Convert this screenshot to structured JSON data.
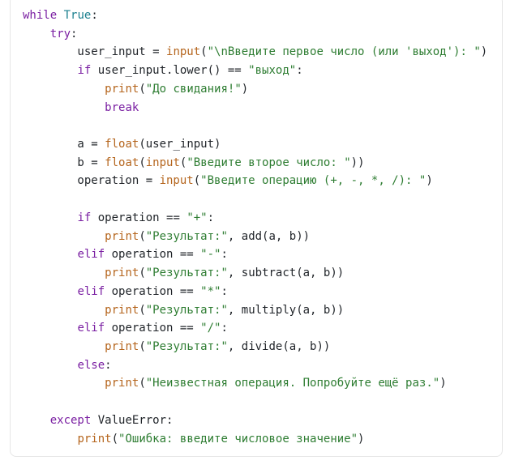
{
  "code_block": {
    "language": "python",
    "colors": {
      "keyword": "#7a1fa2",
      "builtin": "#b5651d",
      "constant": "#1a7f8e",
      "string": "#2e7d32",
      "text": "#1f2328"
    },
    "lines": [
      [
        {
          "t": "kw",
          "v": "while"
        },
        {
          "t": "plain",
          "v": " "
        },
        {
          "t": "con",
          "v": "True"
        },
        {
          "t": "plain",
          "v": ":"
        }
      ],
      [
        {
          "t": "plain",
          "v": "    "
        },
        {
          "t": "kw",
          "v": "try"
        },
        {
          "t": "plain",
          "v": ":"
        }
      ],
      [
        {
          "t": "plain",
          "v": "        user_input = "
        },
        {
          "t": "bi",
          "v": "input"
        },
        {
          "t": "plain",
          "v": "("
        },
        {
          "t": "str",
          "v": "\"\\nВведите первое число (или 'выход'): \""
        },
        {
          "t": "plain",
          "v": ")"
        }
      ],
      [
        {
          "t": "plain",
          "v": "        "
        },
        {
          "t": "kw",
          "v": "if"
        },
        {
          "t": "plain",
          "v": " user_input.lower() == "
        },
        {
          "t": "str",
          "v": "\"выход\""
        },
        {
          "t": "plain",
          "v": ":"
        }
      ],
      [
        {
          "t": "plain",
          "v": "            "
        },
        {
          "t": "bi",
          "v": "print"
        },
        {
          "t": "plain",
          "v": "("
        },
        {
          "t": "str",
          "v": "\"До свидания!\""
        },
        {
          "t": "plain",
          "v": ")"
        }
      ],
      [
        {
          "t": "plain",
          "v": "            "
        },
        {
          "t": "kw",
          "v": "break"
        }
      ],
      [],
      [
        {
          "t": "plain",
          "v": "        a = "
        },
        {
          "t": "bi",
          "v": "float"
        },
        {
          "t": "plain",
          "v": "(user_input)"
        }
      ],
      [
        {
          "t": "plain",
          "v": "        b = "
        },
        {
          "t": "bi",
          "v": "float"
        },
        {
          "t": "plain",
          "v": "("
        },
        {
          "t": "bi",
          "v": "input"
        },
        {
          "t": "plain",
          "v": "("
        },
        {
          "t": "str",
          "v": "\"Введите второе число: \""
        },
        {
          "t": "plain",
          "v": "))"
        }
      ],
      [
        {
          "t": "plain",
          "v": "        operation = "
        },
        {
          "t": "bi",
          "v": "input"
        },
        {
          "t": "plain",
          "v": "("
        },
        {
          "t": "str",
          "v": "\"Введите операцию (+, -, *, /): \""
        },
        {
          "t": "plain",
          "v": ")"
        }
      ],
      [],
      [
        {
          "t": "plain",
          "v": "        "
        },
        {
          "t": "kw",
          "v": "if"
        },
        {
          "t": "plain",
          "v": " operation == "
        },
        {
          "t": "str",
          "v": "\"+\""
        },
        {
          "t": "plain",
          "v": ":"
        }
      ],
      [
        {
          "t": "plain",
          "v": "            "
        },
        {
          "t": "bi",
          "v": "print"
        },
        {
          "t": "plain",
          "v": "("
        },
        {
          "t": "str",
          "v": "\"Результат:\""
        },
        {
          "t": "plain",
          "v": ", add(a, b))"
        }
      ],
      [
        {
          "t": "plain",
          "v": "        "
        },
        {
          "t": "kw",
          "v": "elif"
        },
        {
          "t": "plain",
          "v": " operation == "
        },
        {
          "t": "str",
          "v": "\"-\""
        },
        {
          "t": "plain",
          "v": ":"
        }
      ],
      [
        {
          "t": "plain",
          "v": "            "
        },
        {
          "t": "bi",
          "v": "print"
        },
        {
          "t": "plain",
          "v": "("
        },
        {
          "t": "str",
          "v": "\"Результат:\""
        },
        {
          "t": "plain",
          "v": ", subtract(a, b))"
        }
      ],
      [
        {
          "t": "plain",
          "v": "        "
        },
        {
          "t": "kw",
          "v": "elif"
        },
        {
          "t": "plain",
          "v": " operation == "
        },
        {
          "t": "str",
          "v": "\"*\""
        },
        {
          "t": "plain",
          "v": ":"
        }
      ],
      [
        {
          "t": "plain",
          "v": "            "
        },
        {
          "t": "bi",
          "v": "print"
        },
        {
          "t": "plain",
          "v": "("
        },
        {
          "t": "str",
          "v": "\"Результат:\""
        },
        {
          "t": "plain",
          "v": ", multiply(a, b))"
        }
      ],
      [
        {
          "t": "plain",
          "v": "        "
        },
        {
          "t": "kw",
          "v": "elif"
        },
        {
          "t": "plain",
          "v": " operation == "
        },
        {
          "t": "str",
          "v": "\"/\""
        },
        {
          "t": "plain",
          "v": ":"
        }
      ],
      [
        {
          "t": "plain",
          "v": "            "
        },
        {
          "t": "bi",
          "v": "print"
        },
        {
          "t": "plain",
          "v": "("
        },
        {
          "t": "str",
          "v": "\"Результат:\""
        },
        {
          "t": "plain",
          "v": ", divide(a, b))"
        }
      ],
      [
        {
          "t": "plain",
          "v": "        "
        },
        {
          "t": "kw",
          "v": "else"
        },
        {
          "t": "plain",
          "v": ":"
        }
      ],
      [
        {
          "t": "plain",
          "v": "            "
        },
        {
          "t": "bi",
          "v": "print"
        },
        {
          "t": "plain",
          "v": "("
        },
        {
          "t": "str",
          "v": "\"Неизвестная операция. Попробуйте ещё раз.\""
        },
        {
          "t": "plain",
          "v": ")"
        }
      ],
      [],
      [
        {
          "t": "plain",
          "v": "    "
        },
        {
          "t": "kw",
          "v": "except"
        },
        {
          "t": "plain",
          "v": " ValueError:"
        }
      ],
      [
        {
          "t": "plain",
          "v": "        "
        },
        {
          "t": "bi",
          "v": "print"
        },
        {
          "t": "plain",
          "v": "("
        },
        {
          "t": "str",
          "v": "\"Ошибка: введите числовое значение\""
        },
        {
          "t": "plain",
          "v": ")"
        }
      ]
    ]
  }
}
